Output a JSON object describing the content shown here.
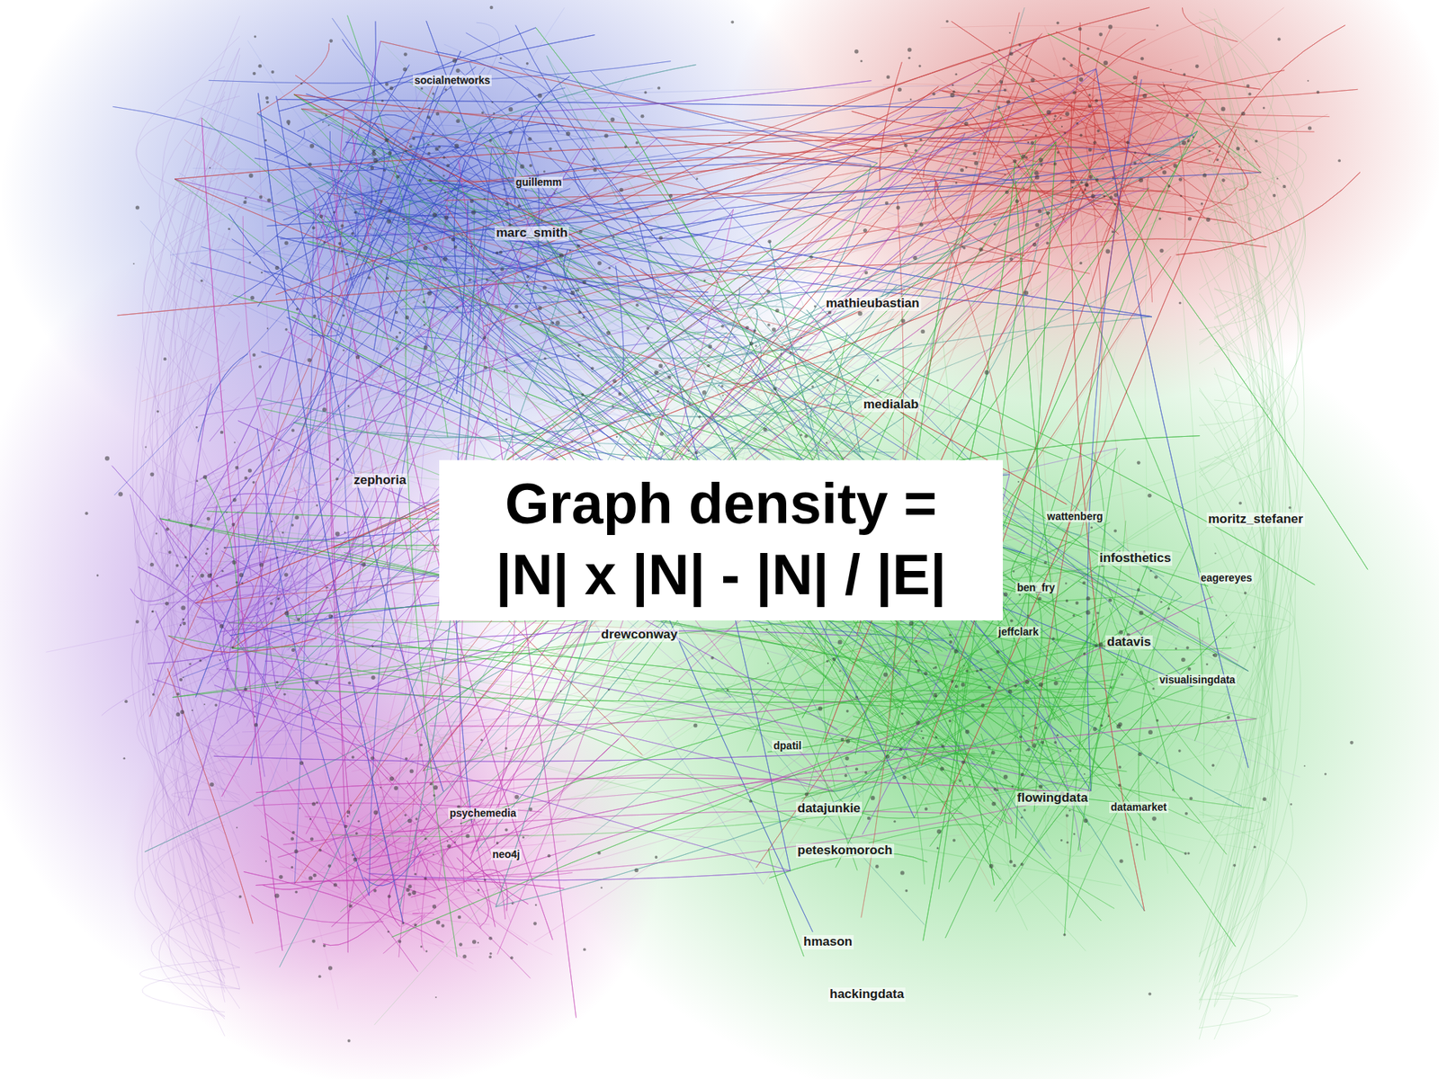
{
  "diagram": {
    "title": "Graph density = |N| x |N| - |N| / |E|",
    "labels": [
      "socialnetworks",
      "guillemm",
      "marc_smith",
      "mathieubastian",
      "medialab",
      "zephoria",
      "wattenberg",
      "moritz_stefaner",
      "infosthetics",
      "eagereyes",
      "ben_fry",
      "jeffclark",
      "datavis",
      "drewconway",
      "visualisingdata",
      "dpatil",
      "flowingdata",
      "datamarket",
      "datajunkie",
      "psychemedia",
      "peteskomoroch",
      "neo4j",
      "hmason",
      "hackingdata"
    ]
  }
}
